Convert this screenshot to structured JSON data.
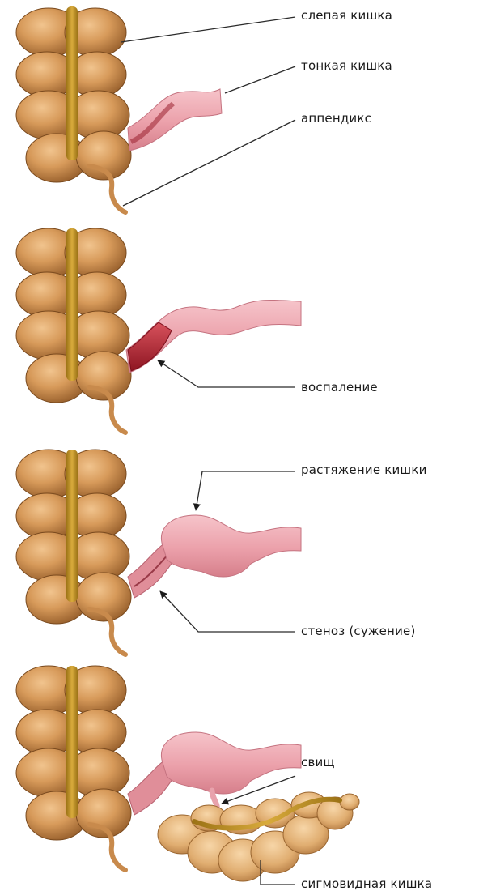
{
  "panel1": {
    "cecum": "слепая кишка",
    "small_intestine": "тонкая кишка",
    "appendix": "аппендикс"
  },
  "panel2": {
    "inflammation": "воспаление"
  },
  "panel3": {
    "distension": "растяжение кишки",
    "stenosis": "стеноз (сужение)"
  },
  "panel4": {
    "fistula": "свищ",
    "sigmoid": "сигмовидная кишка"
  },
  "colors": {
    "colon": "#c88a4c",
    "colon_dark": "#8a5522",
    "band": "#c59a2e",
    "intestine": "#eea3ad",
    "inflamed": "#b0232f",
    "line": "#2b2b2b"
  }
}
